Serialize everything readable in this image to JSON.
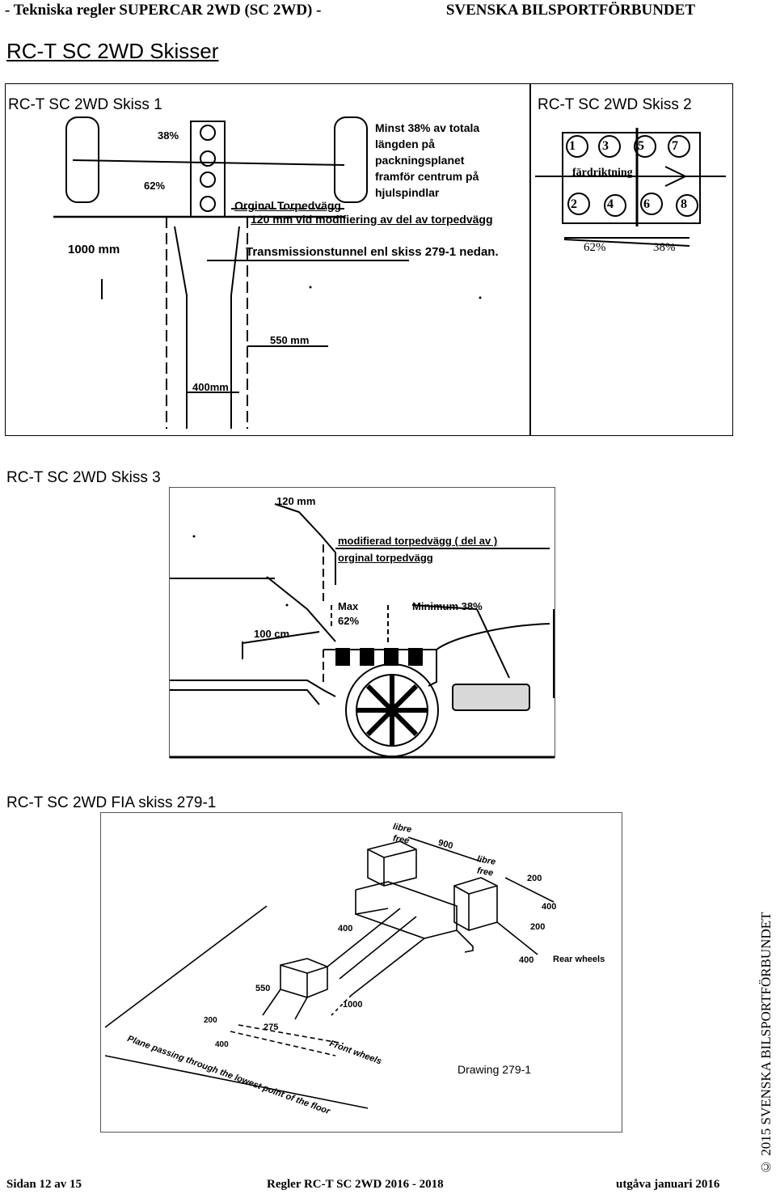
{
  "header": {
    "left": "- Tekniska regler SUPERCAR 2WD (SC 2WD) -",
    "right": "SVENSKA BILSPORTFÖRBUNDET"
  },
  "page_title": "RC-T SC 2WD Skisser",
  "skiss1": {
    "caption": "RC-T SC 2WD Skiss 1",
    "pct_38": "38%",
    "pct_62": "62%",
    "note_lines": [
      "Minst 38% av totala",
      "längden på",
      "packningsplanet",
      "framför centrum på",
      "hjulspindlar"
    ],
    "torpedo": "Orginal Torpedvägg",
    "mod": "120 mm vid modifiering av del av torpedvägg",
    "tunnel": "Transmissionstunnel enl skiss 279-1 nedan.",
    "d1000": "1000 mm",
    "d550": "550 mm",
    "d400": "400mm"
  },
  "skiss2": {
    "caption": "RC-T SC 2WD Skiss 2",
    "top_cyl": [
      "1",
      "3",
      "5",
      "7"
    ],
    "bottom_cyl": [
      "2",
      "4",
      "6",
      "8"
    ],
    "direction": "färdriktning",
    "pct_62": "62%",
    "pct_38": "38%"
  },
  "skiss3": {
    "caption": "RC-T SC 2WD Skiss 3",
    "d120": "120 mm",
    "mod": "modifierad torpedvägg ( del av )",
    "orig": "orginal torpedvägg",
    "max": "Max",
    "max_pct": "62%",
    "minimum": "Minimum 38%",
    "d100": "100 cm"
  },
  "fia": {
    "caption": "RC-T SC 2WD FIA skiss 279-1",
    "libre1": "libre",
    "free1": "free",
    "d900": "900",
    "libre2": "libre",
    "free2": "free",
    "d200a": "200",
    "d400a": "400",
    "d400b": "400",
    "d200b": "200",
    "d400c": "400",
    "rear": "Rear wheels",
    "d550": "550",
    "d1000": "1000",
    "d200c": "200",
    "d275": "275",
    "d400d": "400",
    "front": "Front wheels",
    "plane": "Plane passing through the lowest point of the floor",
    "drawing": "Drawing 279-1"
  },
  "footer": {
    "left": "Sidan 12 av 15",
    "center": "Regler RC-T SC 2WD 2016 - 2018",
    "right": "utgåva januari 2016",
    "vertical": "© 2015 SVENSKA BILSPORTFÖRBUNDET"
  }
}
